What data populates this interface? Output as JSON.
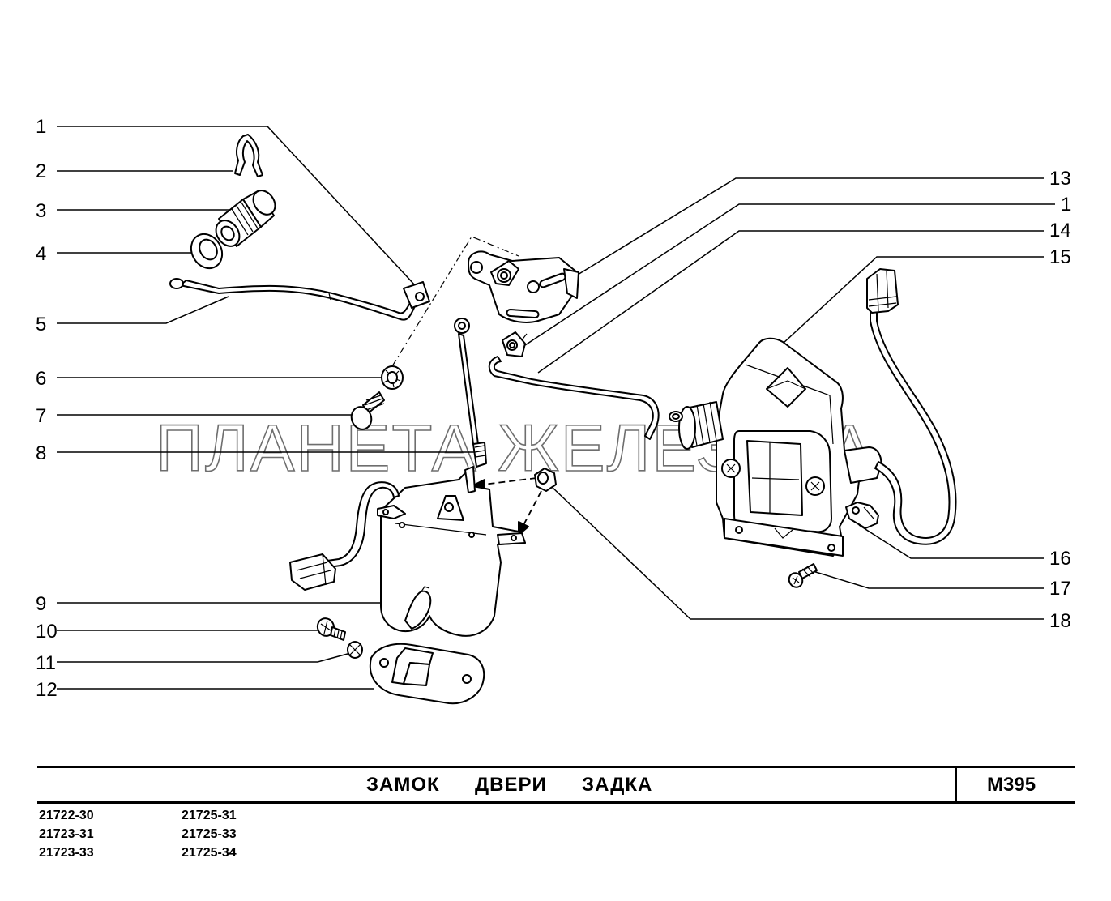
{
  "watermark": "ПЛАНЕТА ЖЕЛЕЗЯКА",
  "callouts_left": [
    "1",
    "2",
    "3",
    "4",
    "5",
    "6",
    "7",
    "8",
    "9",
    "10",
    "11",
    "12"
  ],
  "callouts_right": [
    "13",
    "1",
    "14",
    "15",
    "16",
    "17",
    "18"
  ],
  "title_block": {
    "title": "ЗАМОК  ДВЕРИ  ЗАДКА",
    "code": "М395"
  },
  "models": {
    "col1": [
      "21722-30",
      "21723-31",
      "21723-33"
    ],
    "col2": [
      "21725-31",
      "21725-33",
      "21725-34"
    ]
  }
}
